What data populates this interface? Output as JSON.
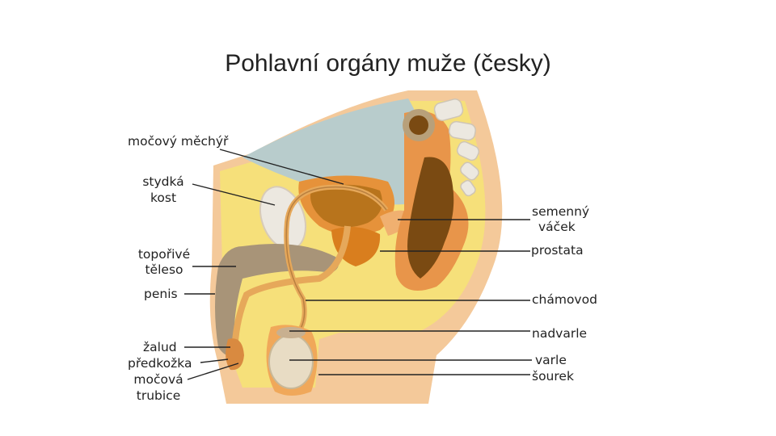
{
  "slide": {
    "title": "Pohlavní orgány muže (česky)"
  },
  "labels": {
    "mocovy_mechyr": "močový měchýř",
    "stydka_kost_1": "stydká",
    "stydka_kost_2": "kost",
    "toporive_1": "topořivé",
    "toporive_2": "těleso",
    "penis": "penis",
    "zalud": "žalud",
    "predkozka": "předkožka",
    "mocova_1": "močová",
    "mocova_2": "trubice",
    "semenny_1": "semenný",
    "semenny_2": "váček",
    "prostata": "prostata",
    "chamovod": "chámovod",
    "nadvarle": "nadvarle",
    "varle": "varle",
    "sourek": "šourek"
  }
}
